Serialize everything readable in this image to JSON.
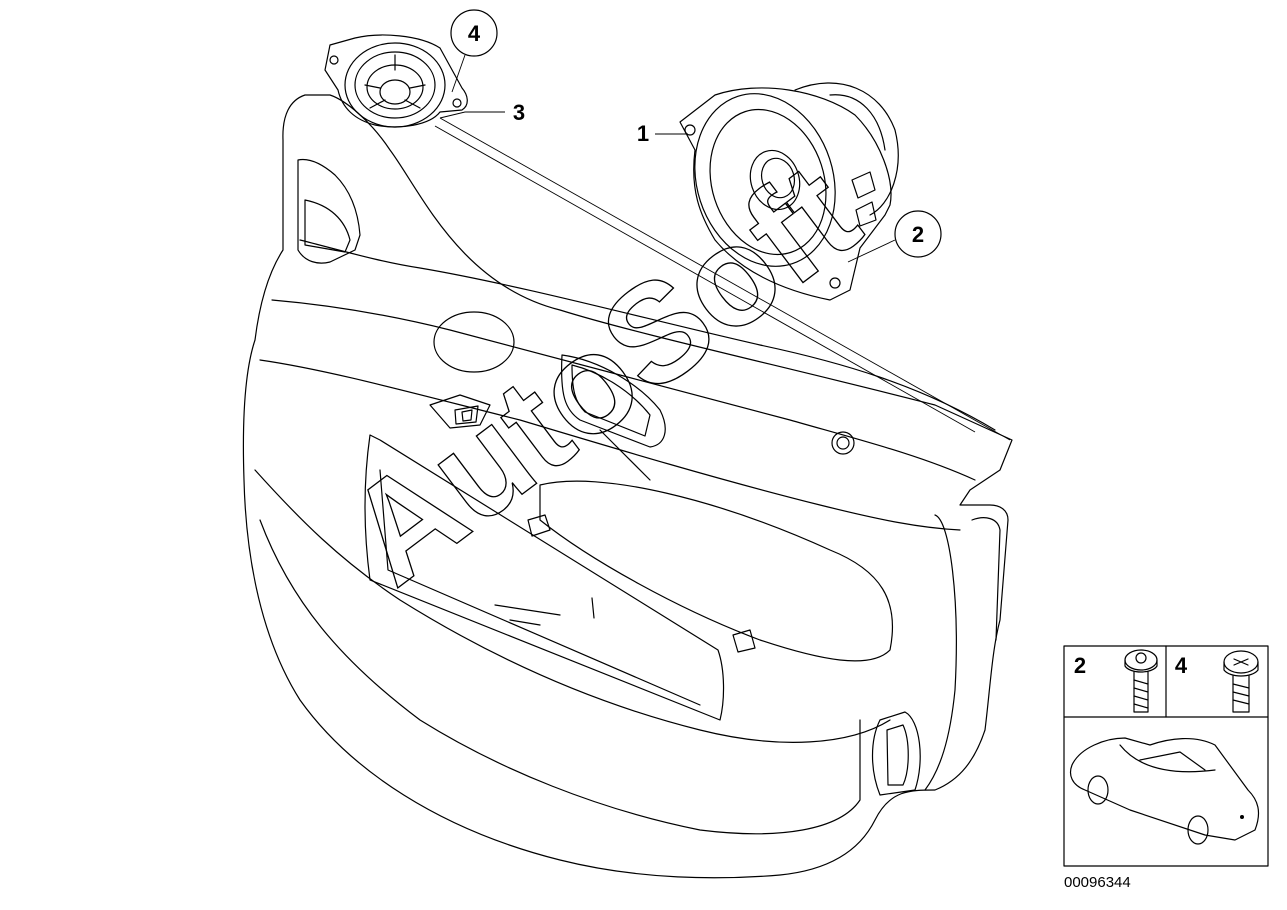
{
  "watermark": {
    "text": "AutoSoft"
  },
  "callouts": [
    {
      "id": "1",
      "label": "1"
    },
    {
      "id": "2",
      "label": "2"
    },
    {
      "id": "3",
      "label": "3"
    },
    {
      "id": "4",
      "label": "4"
    }
  ],
  "legend": {
    "screw_a_label": "2",
    "screw_b_label": "4"
  },
  "reference_number": "00096344"
}
